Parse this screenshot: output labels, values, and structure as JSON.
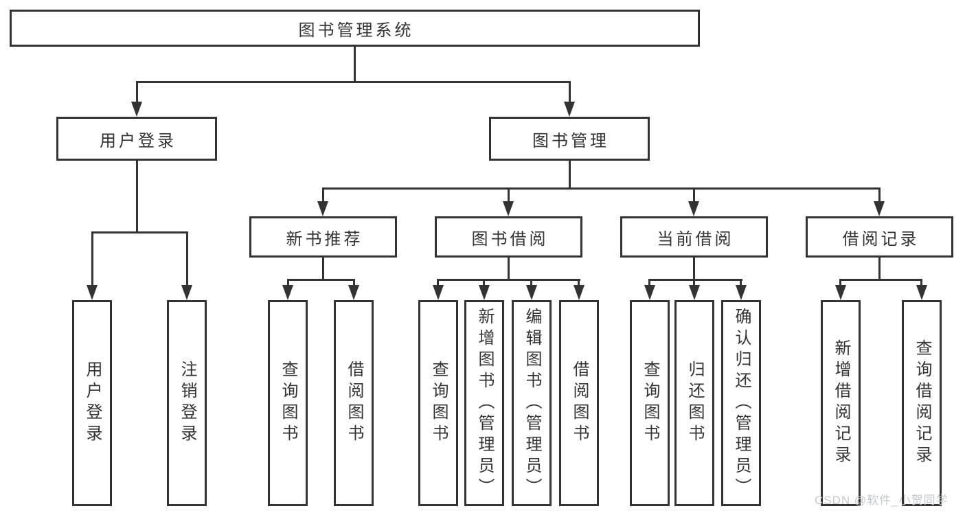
{
  "diagram": {
    "root": {
      "label": "图书管理系统"
    },
    "branches": [
      {
        "label": "用户登录",
        "children": [
          {
            "label": "用户登录"
          },
          {
            "label": "注销登录"
          }
        ]
      },
      {
        "label": "图书管理",
        "children": [
          {
            "label": "新书推荐",
            "children": [
              {
                "label": "查询图书"
              },
              {
                "label": "借阅图书"
              }
            ]
          },
          {
            "label": "图书借阅",
            "children": [
              {
                "label": "查询图书"
              },
              {
                "label": "新增图书（管理员）"
              },
              {
                "label": "编辑图书（管理员）"
              },
              {
                "label": "借阅图书"
              }
            ]
          },
          {
            "label": "当前借阅",
            "children": [
              {
                "label": "查询图书"
              },
              {
                "label": "归还图书"
              },
              {
                "label": "确认归还（管理员）"
              }
            ]
          },
          {
            "label": "借阅记录",
            "children": [
              {
                "label": "新增借阅记录"
              },
              {
                "label": "查询借阅记录"
              }
            ]
          }
        ]
      }
    ]
  },
  "watermark": {
    "text": "CSDN @软件_小贺同学"
  },
  "colors": {
    "line": "#333333",
    "text": "#333333",
    "watermark": "#c4c7cb",
    "background": "#ffffff"
  }
}
